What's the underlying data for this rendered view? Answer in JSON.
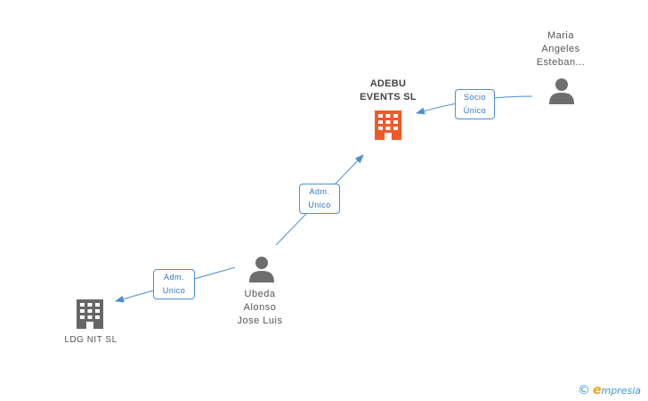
{
  "nodes": {
    "adebu": {
      "name_line1": "ADEBU",
      "name_line2": "EVENTS SL",
      "type": "company",
      "color": "#f05a28"
    },
    "maria": {
      "line1": "Maria",
      "line2": "Angeles",
      "line3": "Esteban...",
      "type": "person"
    },
    "ubeda": {
      "line1": "Ubeda",
      "line2": "Alonso",
      "line3": "Jose Luis",
      "type": "person"
    },
    "ldg": {
      "name": "LDG NIT SL",
      "type": "company",
      "color": "#666666"
    }
  },
  "relations": {
    "socio": {
      "line1": "Socio",
      "line2": "Único"
    },
    "adm_top": {
      "line1": "Adm.",
      "line2": "Unico"
    },
    "adm_bottom": {
      "line1": "Adm.",
      "line2": "Unico"
    }
  },
  "colors": {
    "edge": "#4a8fd6",
    "person_icon": "#6e6e6e",
    "company_icon_other": "#666666"
  },
  "watermark": {
    "copyright": "©",
    "brand_initial": "e",
    "brand_rest": "mpresia"
  }
}
